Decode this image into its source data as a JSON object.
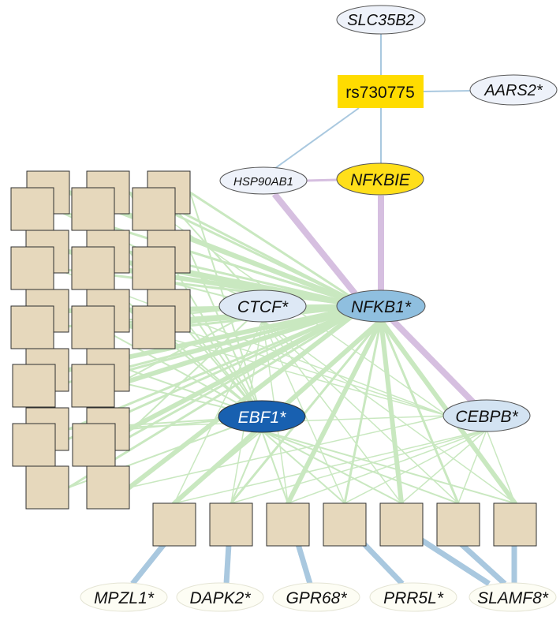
{
  "snp": {
    "label": "rs730775"
  },
  "nodes": {
    "slc35b2": "SLC35B2",
    "aars2": "AARS2*",
    "hsp90ab1": "HSP90AB1",
    "nfkbie": "NFKBIE",
    "ctcf": "CTCF*",
    "nfkb1": "NFKB1*",
    "ebf1": "EBF1*",
    "cebpb": "CEBPB*",
    "mpzl1": "MPZL1*",
    "dapk2": "DAPK2*",
    "gpr68": "GPR68*",
    "prr5l": "PRR5L*",
    "slamf8": "SLAMF8*"
  },
  "colors": {
    "snp_fill": "#ffdc00",
    "nfkbie_fill": "#ffdf1a",
    "nfkb1_fill": "#8fbfdf",
    "ebf1_fill": "#1860b0",
    "light_node_fill": "#eef2fa",
    "ctcf_fill": "#dde8f5",
    "cebpb_fill": "#d3e3f2",
    "gene_fill": "#fdfdf4",
    "tile_fill": "#e6d8bc",
    "edge_blue": "#a9c8df",
    "edge_green": "#c9e8c0",
    "edge_pink": "#d6bfe0",
    "edge_steel": "#9fc0dc"
  }
}
